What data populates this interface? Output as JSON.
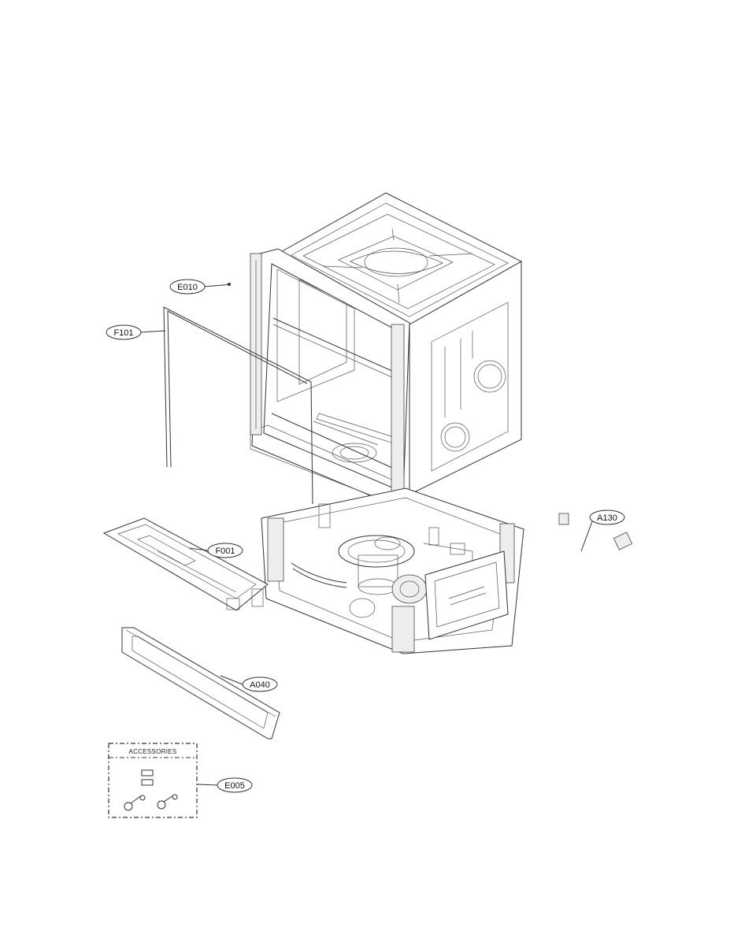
{
  "diagram": {
    "labels": {
      "e010": "E010",
      "f101": "F101",
      "f001": "F001",
      "a130": "A130",
      "a040": "A040",
      "e005": "E005"
    },
    "accessories_title": "ACCESSORIES"
  }
}
